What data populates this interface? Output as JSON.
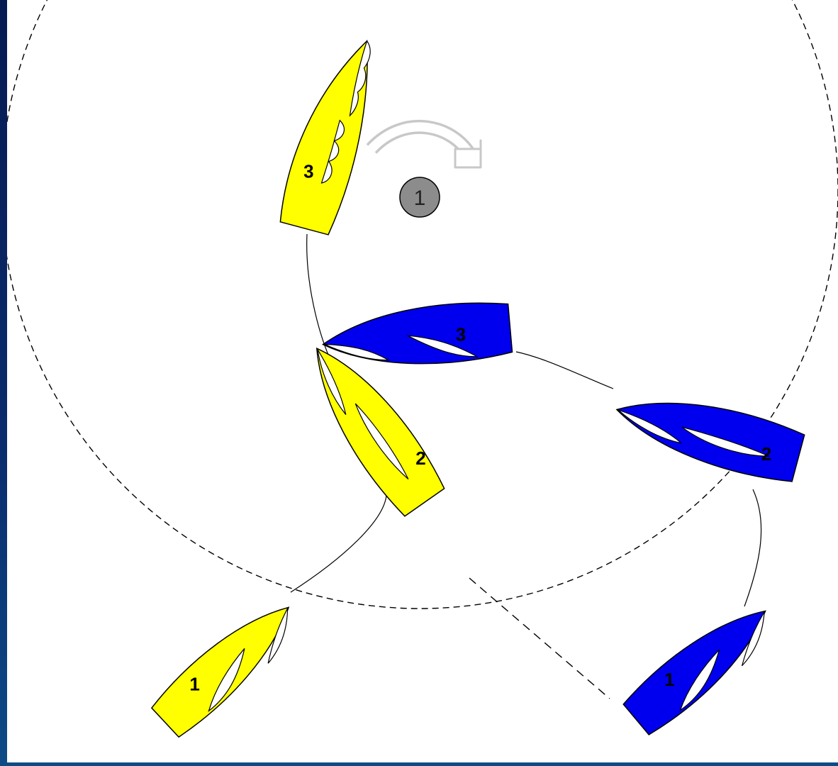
{
  "diagram": {
    "colors": {
      "yellow_boat": "#ffff00",
      "blue_boat": "#0000ee",
      "mark": "#8c8c8c",
      "arrow": "#c8c8c8",
      "zone": "#000000"
    },
    "mark": {
      "label": "1"
    },
    "yellow_boats": [
      {
        "label": "1"
      },
      {
        "label": "2"
      },
      {
        "label": "3"
      }
    ],
    "blue_boats": [
      {
        "label": "1"
      },
      {
        "label": "2"
      },
      {
        "label": "3"
      }
    ],
    "rounding_arrow": {
      "icon": "curved-arrow-icon",
      "direction": "clockwise"
    }
  }
}
